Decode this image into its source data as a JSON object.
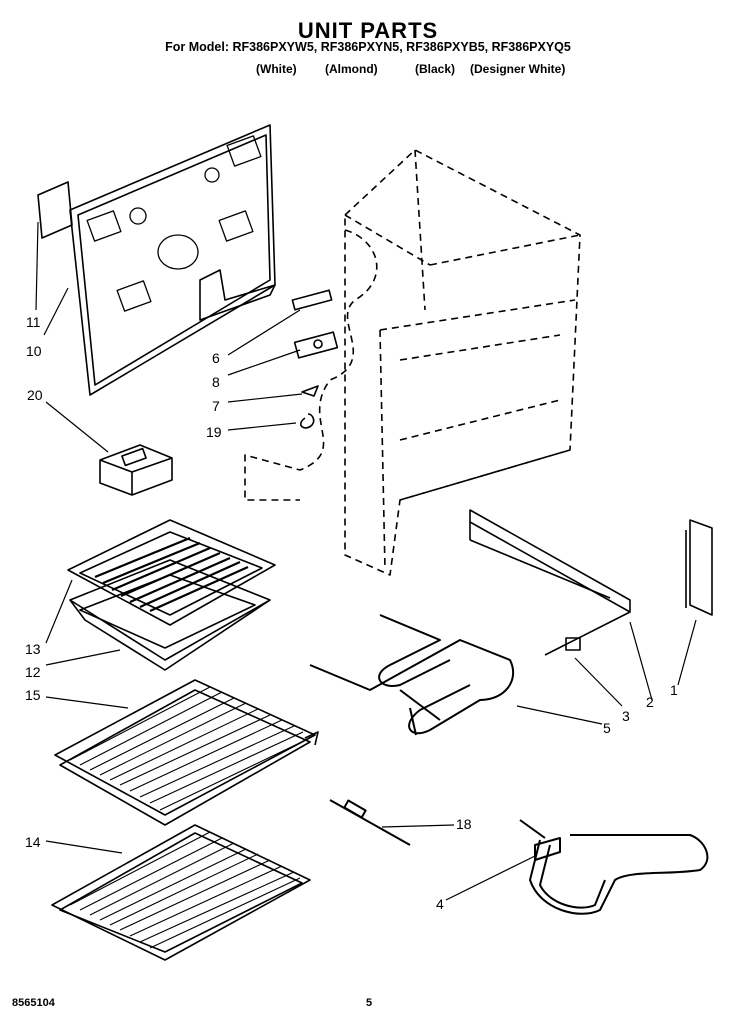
{
  "header": {
    "title": "UNIT PARTS",
    "model_line": "For Model: RF386PXYW5, RF386PXYN5, RF386PXYB5, RF386PXYQ5",
    "colors": [
      "(White)",
      "(Almond)",
      "(Black)",
      "(Designer White)"
    ]
  },
  "callouts": [
    "1",
    "2",
    "3",
    "4",
    "5",
    "6",
    "7",
    "8",
    "10",
    "11",
    "12",
    "13",
    "14",
    "15",
    "18",
    "19",
    "20"
  ],
  "footer": {
    "doc_number": "8565104",
    "page": "5"
  }
}
